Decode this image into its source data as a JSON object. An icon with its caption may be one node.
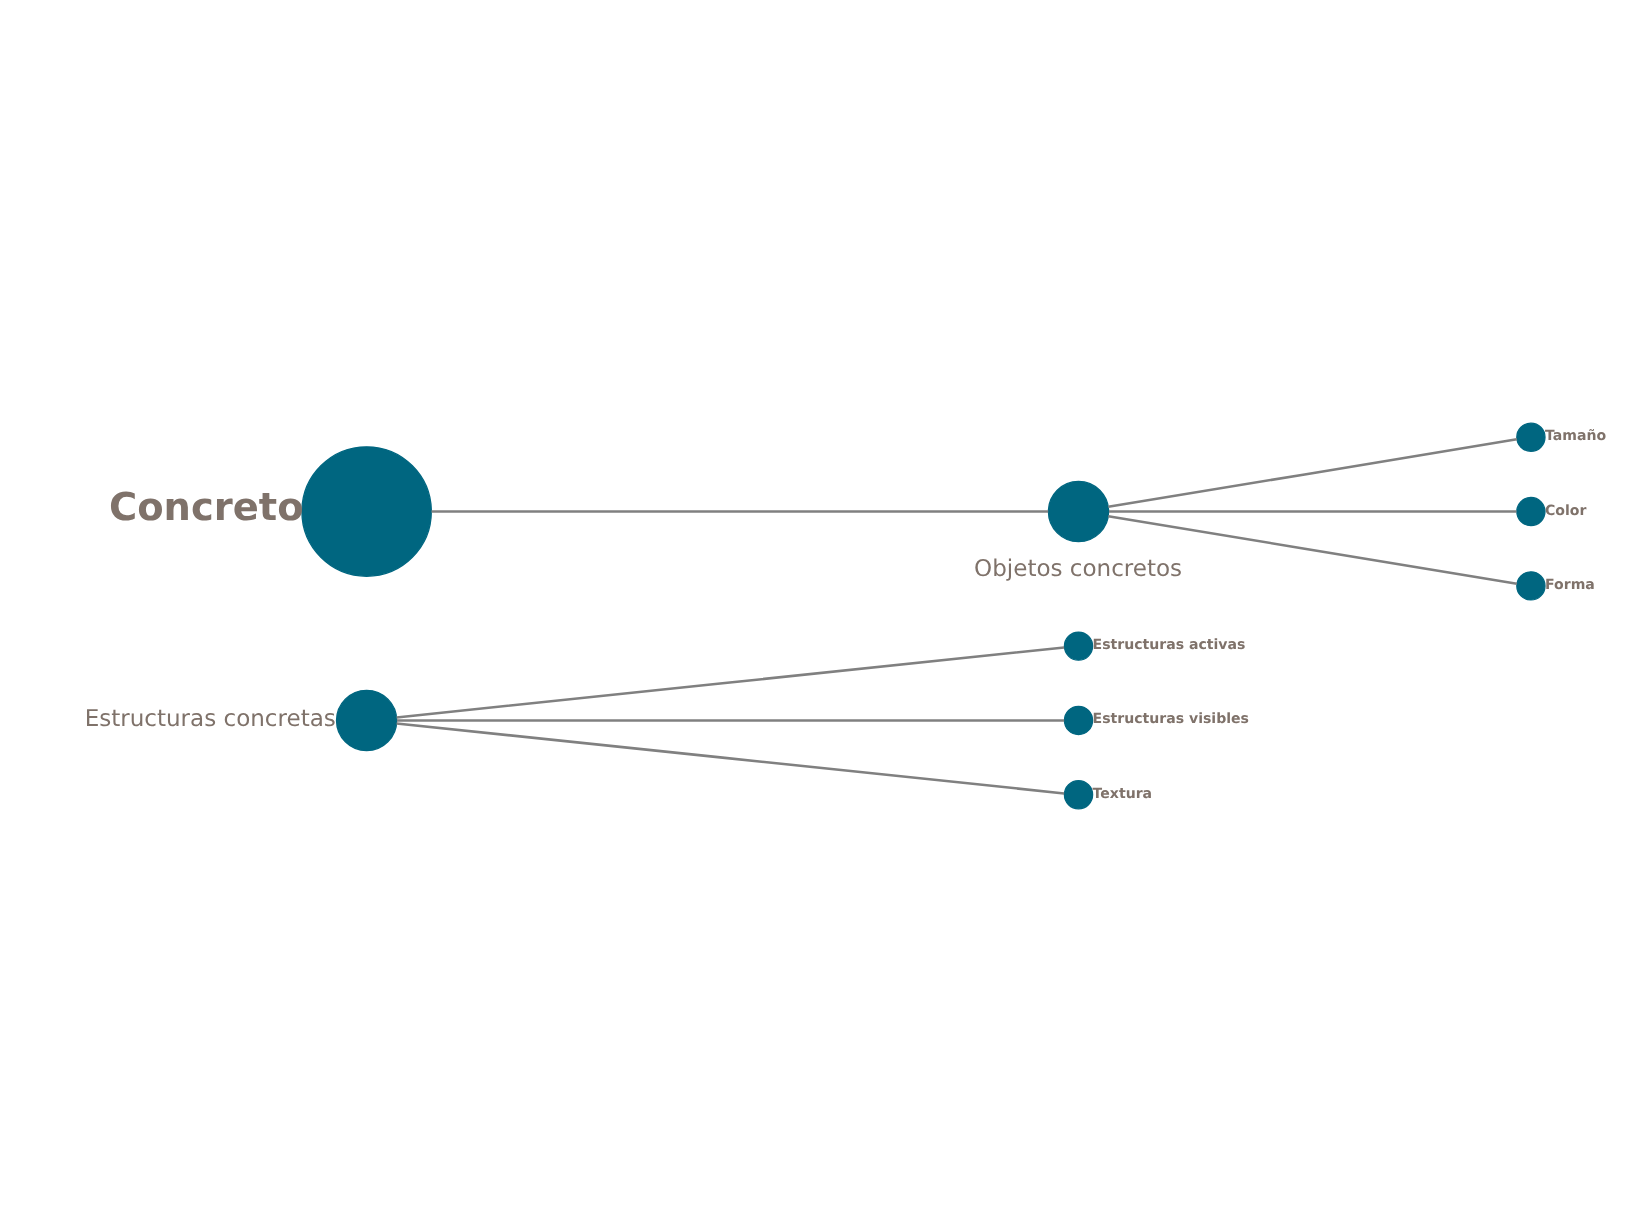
{
  "diagram": {
    "nodes": [
      {
        "text": [],
        "shape": "circle",
        "beside": [
          "Estructuras activas"
        ]
      },
      {
        "text": [],
        "shape": "circle",
        "beside": [
          "Estructuras visibles"
        ]
      },
      {
        "text": [],
        "shape": "circle",
        "beside": [
          "Estructuras concretas"
        ]
      },
      {
        "text": [],
        "shape": "circle",
        "beside": [
          "Textura"
        ]
      },
      {
        "text": [],
        "shape": "circle",
        "beside": [
          "Concreto"
        ]
      },
      {
        "text": [],
        "shape": "circle",
        "beside": [
          "Tamaño"
        ]
      },
      {
        "text": [],
        "shape": "circle",
        "beside": [
          "Objetos concretos"
        ]
      },
      {
        "text": [],
        "shape": "circle",
        "beside": [
          "Color"
        ]
      },
      {
        "text": [],
        "shape": "circle",
        "beside": [
          "Forma"
        ]
      }
    ],
    "edges": [
      {
        "from": 2,
        "to": 0,
        "arrow": "none"
      },
      {
        "from": 2,
        "to": 1,
        "arrow": "none"
      },
      {
        "from": 2,
        "to": 3,
        "arrow": "none"
      },
      {
        "from": 4,
        "to": 6,
        "arrow": "none"
      },
      {
        "from": 6,
        "to": 5,
        "arrow": "none"
      },
      {
        "from": 6,
        "to": 7,
        "arrow": "none"
      },
      {
        "from": 6,
        "to": 8,
        "arrow": "none"
      }
    ]
  }
}
